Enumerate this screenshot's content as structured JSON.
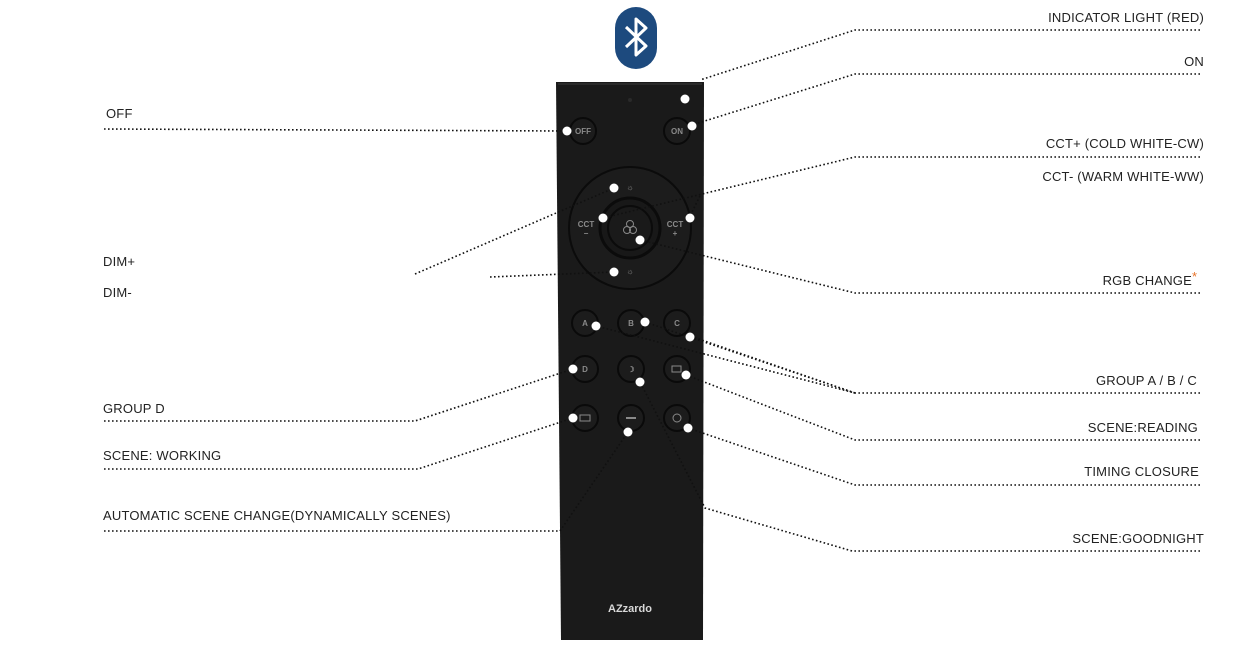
{
  "colors": {
    "bluetooth": "#1d4a7e",
    "remote": "#1a1a1a",
    "asterisk": "#e8742a"
  },
  "remote": {
    "brand": "AZzardo",
    "buttons": {
      "off": "OFF",
      "on": "ON",
      "cct_minus": "CCT",
      "cct_plus": "CCT",
      "a": "A",
      "b": "B",
      "c": "C",
      "d": "D"
    }
  },
  "labels": {
    "indicator": "INDICATOR LIGHT (RED)",
    "on": "ON",
    "off": "OFF",
    "cct_plus": "CCT+ (COLD WHITE-CW)",
    "cct_minus": "CCT- (WARM WHITE-WW)",
    "dim_plus": "DIM+",
    "dim_minus": "DIM-",
    "rgb": "RGB CHANGE",
    "rgb_mark": "*",
    "group_abc": "GROUP A / B / C",
    "group_d": "GROUP D",
    "scene_working": "SCENE: WORKING",
    "scene_reading": "SCENE:READING",
    "timing": "TIMING CLOSURE",
    "auto": "AUTOMATIC SCENE CHANGE(DYNAMICALLY SCENES)",
    "goodnight": "SCENE:GOODNIGHT"
  }
}
